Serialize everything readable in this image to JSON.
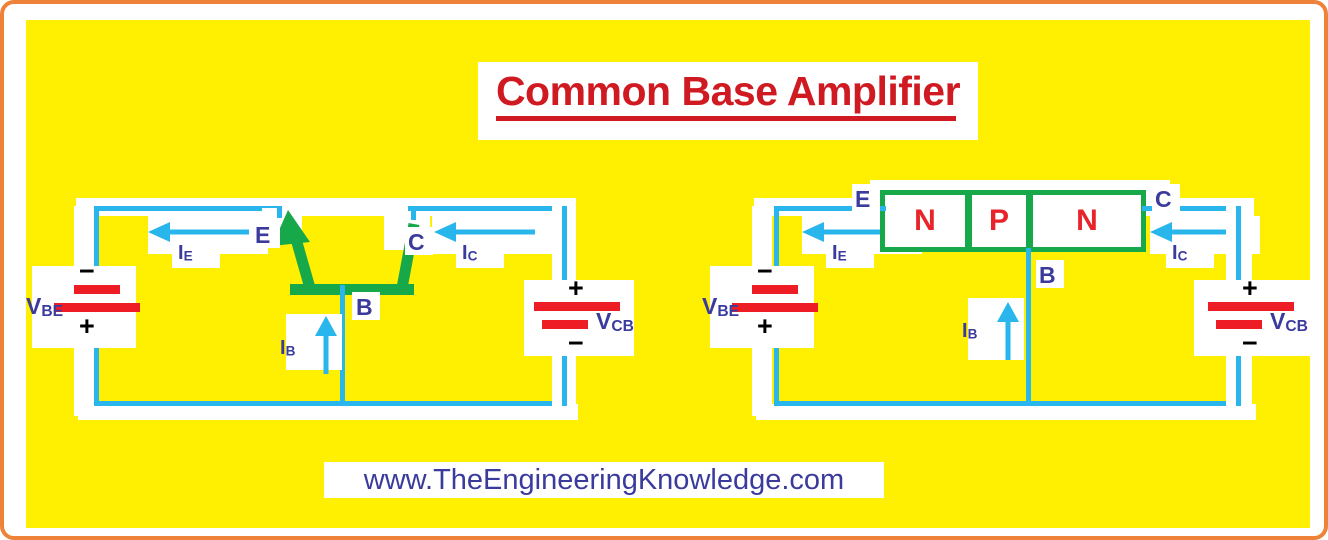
{
  "page": {
    "title": "Common Base Amplifier",
    "footer_url": "www.TheEngineeringKnowledge.com",
    "background_color": "#ffef00",
    "frame_color": "#ef8239",
    "title_color": "#cf1a22",
    "wire_color": "#29b6ec",
    "battery_color": "#ee1c24",
    "transistor_color": "#17a84a",
    "label_color": "#3b3b9e"
  },
  "left_circuit": {
    "name": "common-base-schematic-symbol",
    "terminals": {
      "emitter": "E",
      "collector": "C",
      "base": "B"
    },
    "currents": {
      "emitter": {
        "label": "I",
        "sub": "E",
        "direction": "left"
      },
      "collector": {
        "label": "I",
        "sub": "C",
        "direction": "left"
      },
      "base": {
        "label": "I",
        "sub": "B",
        "direction": "up"
      }
    },
    "sources": {
      "input": {
        "label": "V",
        "sub": "BE",
        "top_sign": "−",
        "bottom_sign": "+"
      },
      "output": {
        "label": "V",
        "sub": "CB",
        "top_sign": "+",
        "bottom_sign": "−"
      }
    }
  },
  "right_circuit": {
    "name": "common-base-block-diagram",
    "npn_segments": [
      "N",
      "P",
      "N"
    ],
    "terminals": {
      "emitter": "E",
      "collector": "C",
      "base": "B"
    },
    "currents": {
      "emitter": {
        "label": "I",
        "sub": "E",
        "direction": "left"
      },
      "collector": {
        "label": "I",
        "sub": "C",
        "direction": "left"
      },
      "base": {
        "label": "I",
        "sub": "B",
        "direction": "up"
      }
    },
    "sources": {
      "input": {
        "label": "V",
        "sub": "BE",
        "top_sign": "−",
        "bottom_sign": "+"
      },
      "output": {
        "label": "V",
        "sub": "CB",
        "top_sign": "+",
        "bottom_sign": "−"
      }
    }
  }
}
